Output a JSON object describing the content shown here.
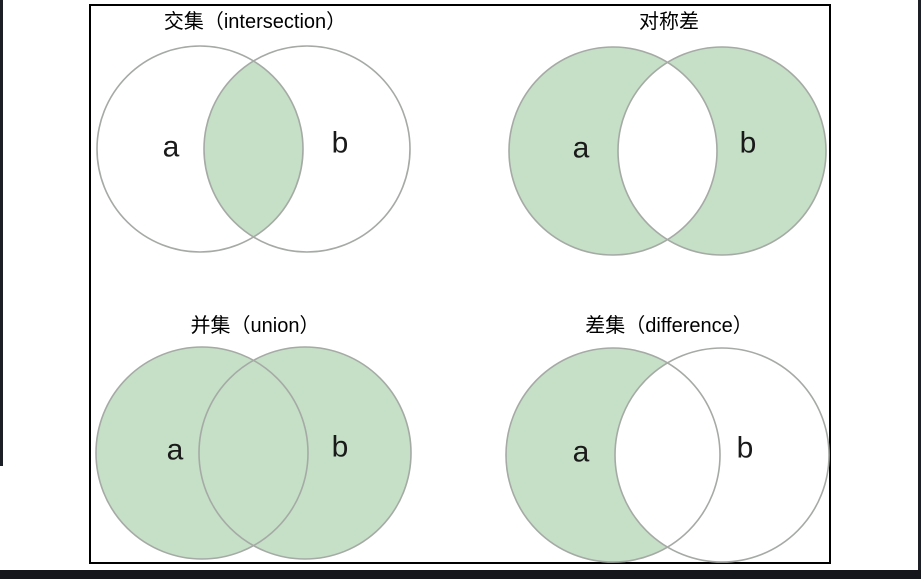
{
  "window": {
    "background": "#ffffff"
  },
  "frame": {
    "border_color": "#000000",
    "background": "#ffffff"
  },
  "edges": {
    "left_bar": "#1c1f26",
    "right_bar": "#1c1f26",
    "bottom_bar": "#14161b"
  },
  "colors": {
    "set_fill_green": "#c6dfc7",
    "circle_stroke": "#a5aaa5",
    "label_text": "#1a1a1a",
    "title_text": "#000000"
  },
  "panels": [
    {
      "id": "intersection",
      "title": "交集（intersection）",
      "operation": "intersection",
      "label_a": "a",
      "label_b": "b",
      "shaded_region": "a∩b"
    },
    {
      "id": "symmetric-difference",
      "title": "对称差",
      "operation": "symmetric_difference",
      "label_a": "a",
      "label_b": "b",
      "shaded_region": "(a∪b)−(a∩b)"
    },
    {
      "id": "union",
      "title": "并集（union）",
      "operation": "union",
      "label_a": "a",
      "label_b": "b",
      "shaded_region": "a∪b"
    },
    {
      "id": "difference",
      "title": "差集（difference）",
      "operation": "difference",
      "label_a": "a",
      "label_b": "b",
      "shaded_region": "a−b"
    }
  ]
}
